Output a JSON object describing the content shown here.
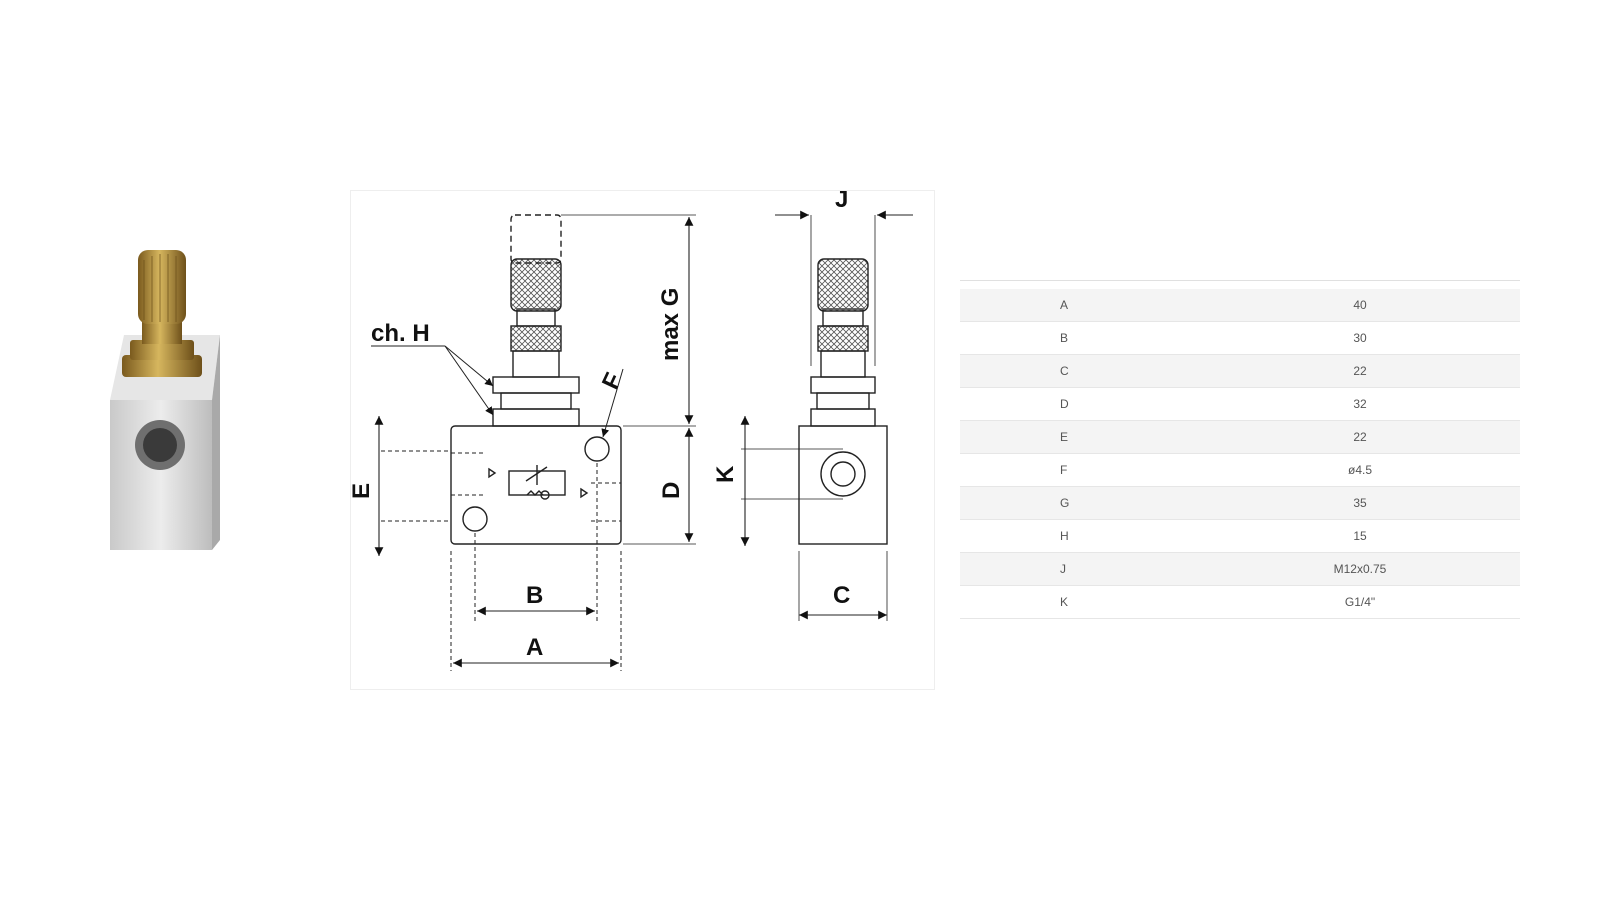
{
  "drawing": {
    "labels": {
      "a": "A",
      "b": "B",
      "c": "C",
      "d": "D",
      "e": "E",
      "f": "F",
      "g": "max G",
      "h": "ch. H",
      "j": "J",
      "k": "K"
    }
  },
  "specs": [
    {
      "key": "A",
      "value": "40"
    },
    {
      "key": "B",
      "value": "30"
    },
    {
      "key": "C",
      "value": "22"
    },
    {
      "key": "D",
      "value": "32"
    },
    {
      "key": "E",
      "value": "22"
    },
    {
      "key": "F",
      "value": "ø4.5"
    },
    {
      "key": "G",
      "value": "35"
    },
    {
      "key": "H",
      "value": "15"
    },
    {
      "key": "J",
      "value": "M12x0.75"
    },
    {
      "key": "K",
      "value": "G1/4\""
    }
  ],
  "colors": {
    "brass": "#b8953e",
    "aluminium": "#d9d9d9",
    "line": "#222222"
  }
}
